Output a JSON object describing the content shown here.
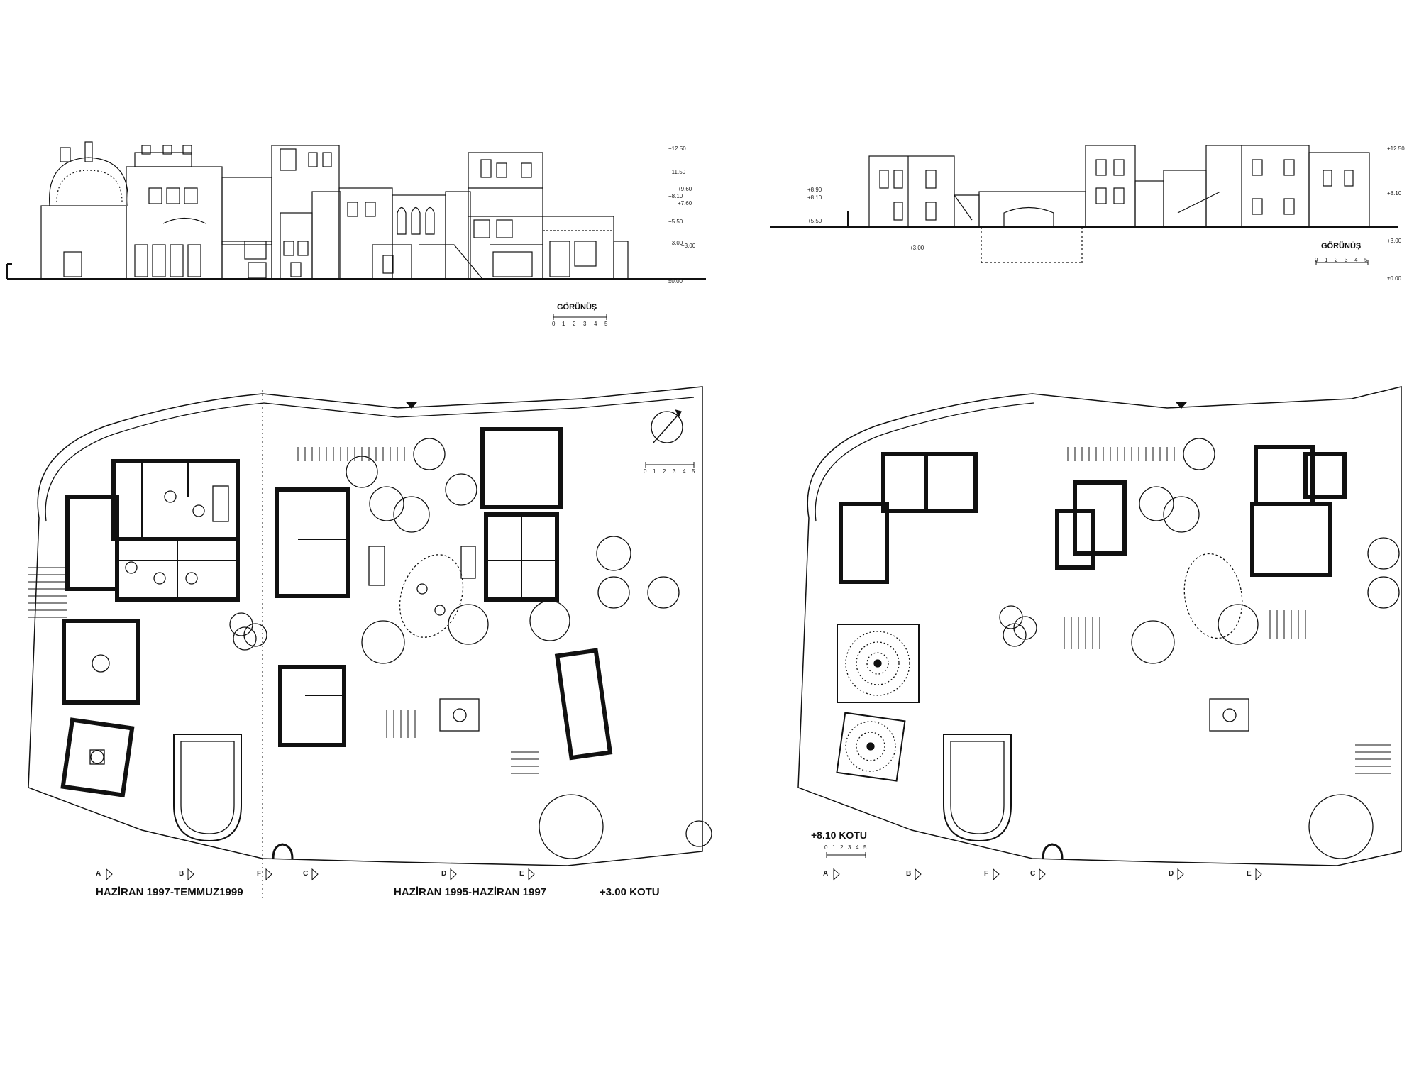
{
  "elevation_left": {
    "title": "GÖRÜNÜŞ",
    "scale_ticks": [
      "0",
      "1",
      "2",
      "3",
      "4",
      "5"
    ],
    "levels": [
      "+12.50",
      "+11.50",
      "+9.60",
      "+8.10",
      "+7.60",
      "+5.50",
      "+3.00",
      "+3.00",
      "±0.00"
    ]
  },
  "elevation_right": {
    "title": "GÖRÜNÜŞ",
    "scale_ticks": [
      "0",
      "1",
      "2",
      "3",
      "4",
      "5"
    ],
    "levels_left": [
      "+8.90",
      "+8.10",
      "+5.50",
      "+3.00"
    ],
    "levels_right": [
      "+12.50",
      "+8.10",
      "+3.00",
      "±0.00"
    ]
  },
  "plan_left": {
    "phase_a": "HAZİRAN 1997-TEMMUZ1999",
    "phase_b": "HAZİRAN 1995-HAZİRAN 1997",
    "level": "+3.00  KOTU",
    "scale_ticks": [
      "0",
      "1",
      "2",
      "3",
      "4",
      "5"
    ],
    "grid": [
      "A",
      "B",
      "F",
      "C",
      "D",
      "E"
    ]
  },
  "plan_right": {
    "level": "+8.10 KOTU",
    "scale_ticks": [
      "0",
      "1",
      "2",
      "3",
      "4",
      "5"
    ],
    "grid": [
      "A",
      "B",
      "F",
      "C",
      "D",
      "E"
    ]
  }
}
